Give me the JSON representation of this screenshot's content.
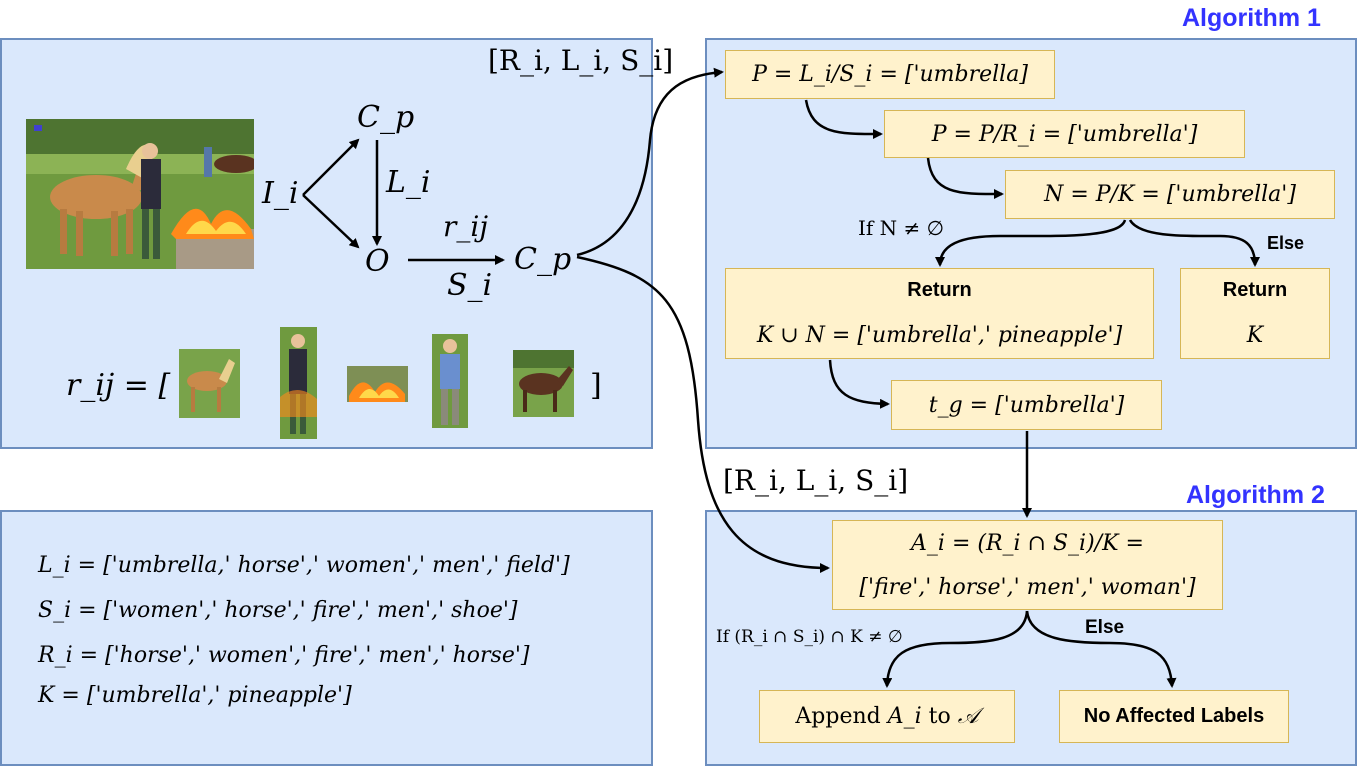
{
  "algorithm1_title": "Algorithm 1",
  "algorithm2_title": "Algorithm 2",
  "triple_top": "[R_i, L_i, S_i]",
  "triple_mid": "[R_i, L_i, S_i]",
  "graph": {
    "image_node": "I_i",
    "cp_top": "C_p",
    "object_node": "O",
    "cp_right": "C_p",
    "edge_L": "L_i",
    "edge_r": "r_ij",
    "edge_S": "S_i"
  },
  "crops": {
    "prefix": "r_ij = [",
    "suffix": "]"
  },
  "lists": {
    "L": "L_i = ['umbrella,' horse',' women',' men',' field']",
    "S": "S_i = ['women',' horse',' fire',' men',' shoe']",
    "R": "R_i = ['horse',' women',' fire',' men',' horse']",
    "K": "K = ['umbrella',' pineapple']"
  },
  "alg1": {
    "step1": "P = L_i/S_i = ['umbrella]",
    "step2": "P = P/R_i = ['umbrella']",
    "step3": "N = P/K = ['umbrella']",
    "cond_if": "If N ≠ ∅",
    "cond_else": "Else",
    "return_left_title": "Return",
    "return_left_expr": "K ∪ N = ['umbrella',' pineapple']",
    "return_right_title": "Return",
    "return_right_expr": "K",
    "target": "t_g = ['umbrella']"
  },
  "alg2": {
    "affected_line1": "A_i = (R_i ∩ S_i)/K =",
    "affected_line2": "['fire',' horse',' men',' woman']",
    "cond_if": "If (R_i ∩ S_i) ∩ K ≠ ∅",
    "cond_else": "Else",
    "append_prefix": "Append",
    "append_var": "A_i",
    "append_mid": "to",
    "append_set": "𝒜",
    "no_affected": "No Affected Labels"
  },
  "colors": {
    "panel_fill": "#dae8fc",
    "panel_border": "#6c8ebf",
    "box_fill": "#fff2cc",
    "box_border": "#d6b656",
    "title_color": "#3333ff"
  }
}
